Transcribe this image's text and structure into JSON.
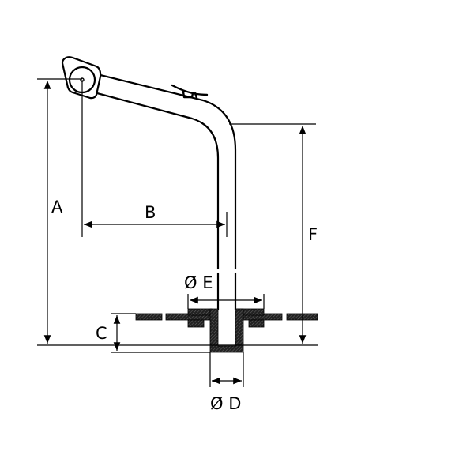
{
  "labels": {
    "a": "A",
    "b": "B",
    "c": "C",
    "d": "Ø D",
    "e": "Ø E",
    "f": "F"
  },
  "colors": {
    "line": "#000000",
    "hatch": "#333333",
    "background": "#ffffff"
  }
}
